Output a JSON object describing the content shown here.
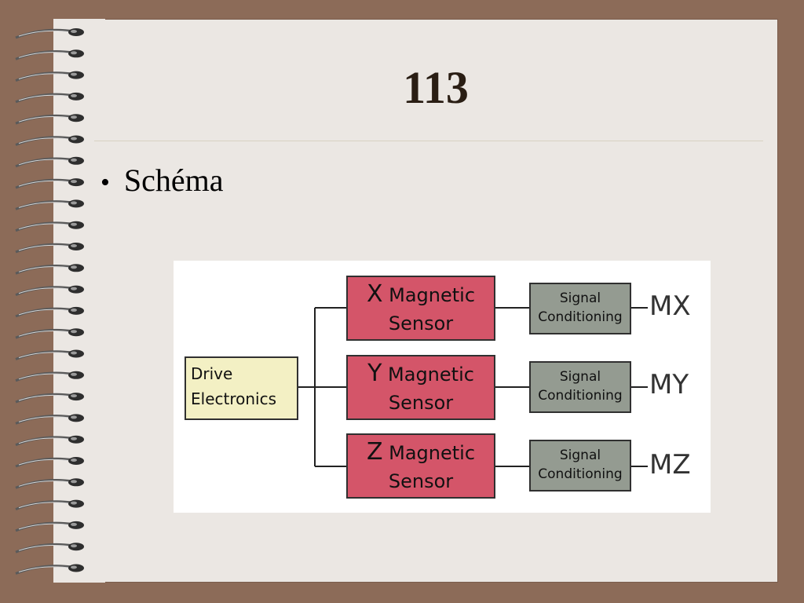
{
  "slide": {
    "title": "113",
    "bullet": "Schéma"
  },
  "diagram": {
    "drive": [
      "Drive",
      "Electronics"
    ],
    "sensors": [
      {
        "axis": "X",
        "label1": "Magnetic",
        "label2": "Sensor"
      },
      {
        "axis": "Y",
        "label1": "Magnetic",
        "label2": "Sensor"
      },
      {
        "axis": "Z",
        "label1": "Magnetic",
        "label2": "Sensor"
      }
    ],
    "conditioning": [
      {
        "line1": "Signal",
        "line2": "Conditioning"
      },
      {
        "line1": "Signal",
        "line2": "Conditioning"
      },
      {
        "line1": "Signal",
        "line2": "Conditioning"
      }
    ],
    "outputs": [
      "MX",
      "MY",
      "MZ"
    ]
  },
  "colors": {
    "background": "#8c6b58",
    "page": "#ebe7e3",
    "sensor_fill": "#d45569",
    "conditioning_fill": "#949b91",
    "drive_fill": "#f3f0c4"
  }
}
